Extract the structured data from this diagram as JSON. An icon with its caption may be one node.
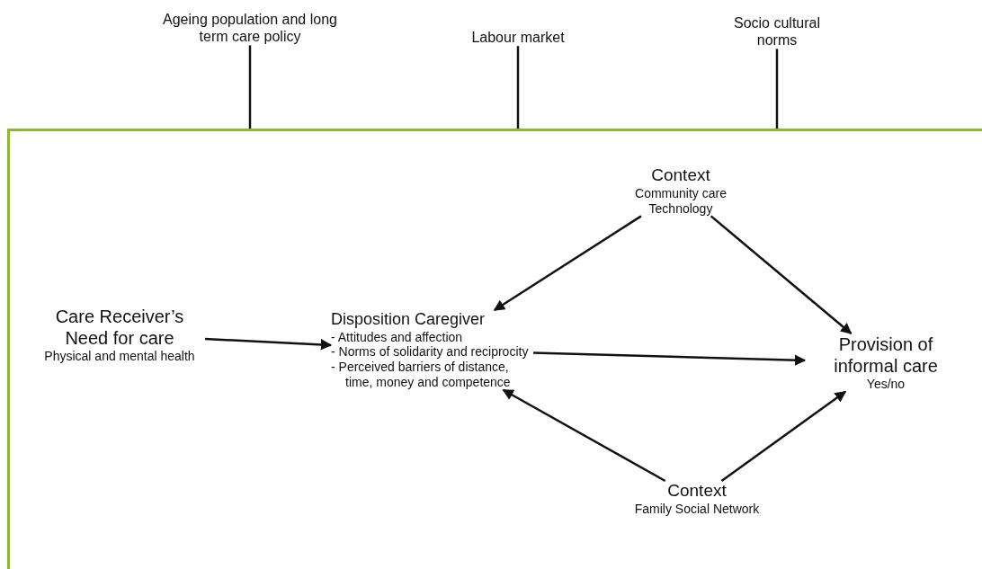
{
  "diagram": {
    "nodes": [
      {
        "text": [
          "Ageing population and long term care policy"
        ]
      },
      {
        "text": [
          "Labour market"
        ]
      },
      {
        "text": [
          "Socio cultural norms"
        ]
      },
      {
        "text": [],
        "shape": "box"
      },
      {
        "text": [
          "Context",
          "Community care Technology"
        ],
        "in": 3
      },
      {
        "text": [
          "Care Receiver’s Need for care",
          "Physical and mental health"
        ],
        "in": 3
      },
      {
        "text": [
          "Disposition Caregiver",
          "- Attitudes and affection",
          "- Norms of solidarity and reciprocity",
          "- Perceived barriers of distance, time, money and competence"
        ],
        "in": 3
      },
      {
        "text": [
          "Provision of informal care",
          "Yes/no"
        ],
        "in": 3
      },
      {
        "text": [
          "Context",
          "Family Social Network"
        ],
        "in": 3
      }
    ],
    "edges": [
      {
        "from": 0,
        "to": 3,
        "arrow": "none"
      },
      {
        "from": 1,
        "to": 3,
        "arrow": "none"
      },
      {
        "from": 2,
        "to": 3,
        "arrow": "none"
      },
      {
        "from": 4,
        "to": 6,
        "arrow": "to"
      },
      {
        "from": 4,
        "to": 7,
        "arrow": "to"
      },
      {
        "from": 5,
        "to": 6,
        "arrow": "to"
      },
      {
        "from": 6,
        "to": 7,
        "arrow": "to"
      },
      {
        "from": 8,
        "to": 6,
        "arrow": "to"
      },
      {
        "from": 8,
        "to": 7,
        "arrow": "to"
      }
    ]
  }
}
